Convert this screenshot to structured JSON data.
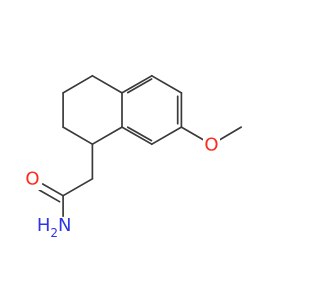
{
  "structure": {
    "atoms": {
      "oxygen_ether": {
        "text": "O",
        "color": "#ff2a1a"
      },
      "oxygen_carbonyl": {
        "text": "O",
        "color": "#ff2a1a"
      },
      "nitrogen_amide": {
        "main": "N",
        "prefix": "H",
        "subscript": "2",
        "color": "#2f35e6"
      }
    },
    "bond_color": "#3a3a3a"
  }
}
